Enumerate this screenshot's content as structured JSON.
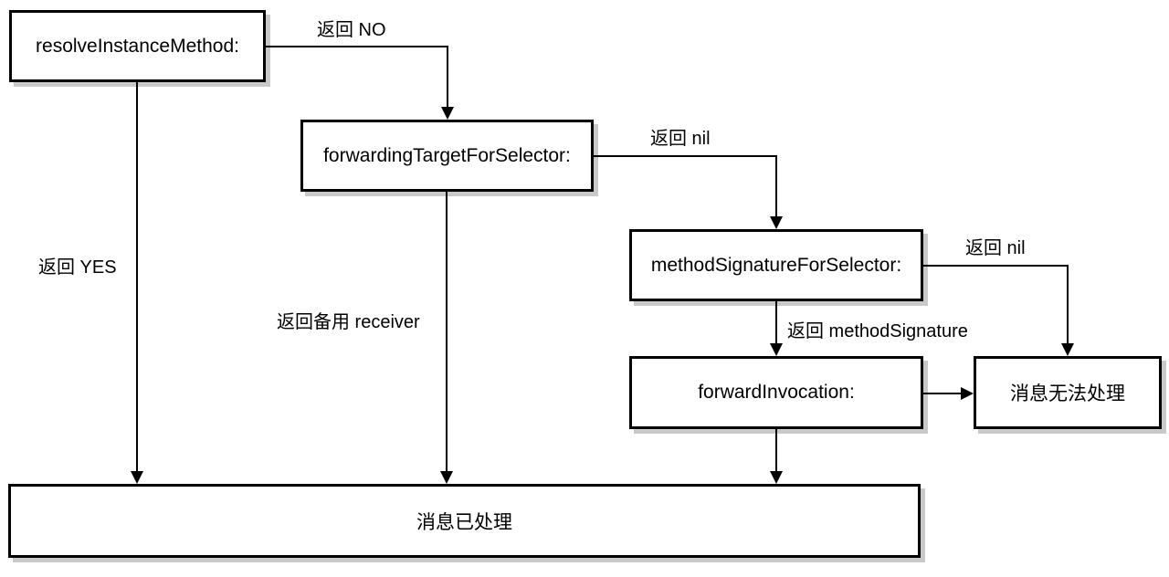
{
  "diagram": {
    "description": "Objective-C message forwarding flowchart",
    "colors": {
      "background": "#ffffff",
      "node_fill": "#ffffff",
      "line": "#000000",
      "shadow": "#c9c9c9"
    },
    "nodes": [
      {
        "id": "resolve-instance-method",
        "label": "resolveInstanceMethod:"
      },
      {
        "id": "forwarding-target-for-selector",
        "label": "forwardingTargetForSelector:"
      },
      {
        "id": "method-signature-for-selector",
        "label": "methodSignatureForSelector:"
      },
      {
        "id": "forward-invocation",
        "label": "forwardInvocation:"
      },
      {
        "id": "message-unhandled",
        "label": "消息无法处理"
      },
      {
        "id": "message-handled",
        "label": "消息已处理"
      }
    ],
    "edges": [
      {
        "from": "resolve-instance-method",
        "to": "forwarding-target-for-selector",
        "label": "返回 NO"
      },
      {
        "from": "resolve-instance-method",
        "to": "message-handled",
        "label": "返回 YES"
      },
      {
        "from": "forwarding-target-for-selector",
        "to": "method-signature-for-selector",
        "label": "返回 nil"
      },
      {
        "from": "forwarding-target-for-selector",
        "to": "message-handled",
        "label": "返回备用 receiver"
      },
      {
        "from": "method-signature-for-selector",
        "to": "message-unhandled",
        "label": "返回 nil"
      },
      {
        "from": "method-signature-for-selector",
        "to": "forward-invocation",
        "label": "返回 methodSignature"
      },
      {
        "from": "forward-invocation",
        "to": "message-unhandled",
        "label": ""
      },
      {
        "from": "forward-invocation",
        "to": "message-handled",
        "label": ""
      }
    ]
  }
}
